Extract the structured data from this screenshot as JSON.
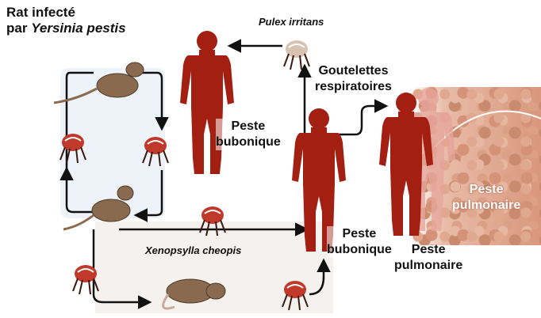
{
  "title_line1": "Rat infecté",
  "title_line2_prefix": "par ",
  "title_line2_species": "Yersinia pestis",
  "pulex_label": "Pulex irritans",
  "goutelettes_line1": "Goutelettes",
  "goutelettes_line2": "respiratoires",
  "peste_bubonique_1_line1": "Peste",
  "peste_bubonique_1_line2": "bubonique",
  "xenopsylla_label": "Xenopsylla cheopis",
  "peste_bubonique_2_line1": "Peste",
  "peste_bubonique_2_line2": "bubonique",
  "peste_pulmonaire_1_line1": "Peste",
  "peste_pulmonaire_1_line2": "pulmonaire",
  "peste_pulmonaire_2_line1": "Peste",
  "peste_pulmonaire_2_line2": "pulmonaire",
  "colors": {
    "human": "#a31f12",
    "human_ghost": "#e6a59b",
    "rat": "#8a6a4e",
    "flea": "#c0392b",
    "arrow": "#111111",
    "cycle_bg": "#eef3fa"
  }
}
